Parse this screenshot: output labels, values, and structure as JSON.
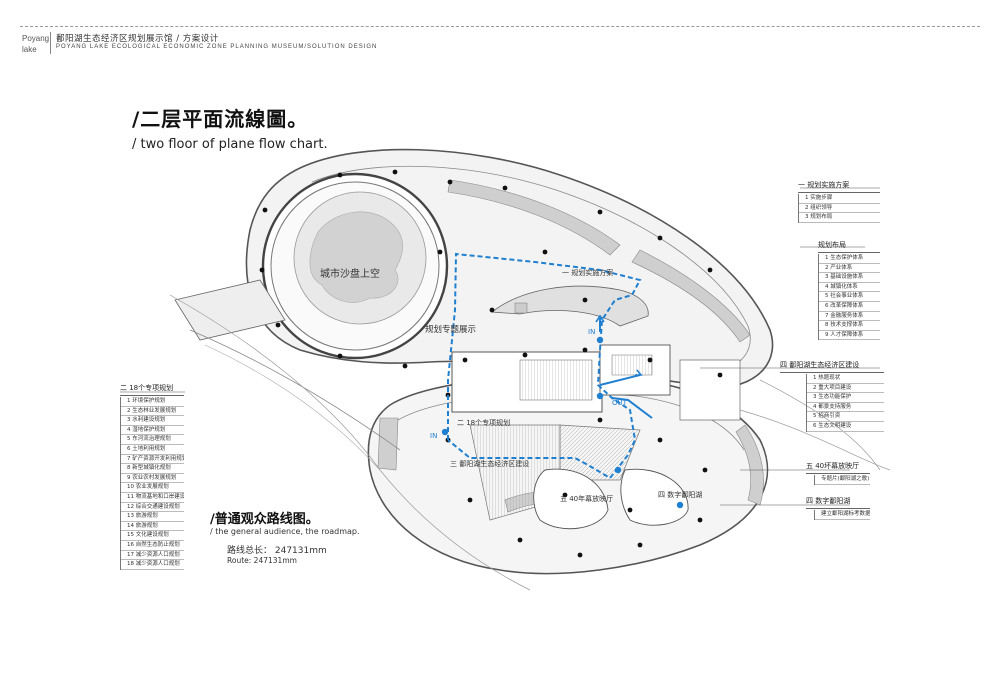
{
  "header": {
    "brand_line1": "Poyang",
    "brand_line2": "lake",
    "title_cn": "鄱阳湖生态经济区规划展示馆 / 方案设计",
    "title_en": "POYANG LAKE ECOLOGICAL ECONOMIC ZONE PLANNING MUSEUM/SOLUTION DESIGN"
  },
  "page_title": {
    "cn": "/二层平面流線圖。",
    "en": "/ two floor of plane flow chart."
  },
  "route": {
    "title_cn": "/普通观众路线图。",
    "title_en": "/ the general audience, the roadmap.",
    "length_cn": "路线总长： 247131mm",
    "length_en": "Route: 247131mm"
  },
  "plan_labels": {
    "sand_table": "城市沙盘上空",
    "planning_topics": "规划专题展示",
    "implementation_plan": "一 规划实施方案",
    "eighteen_plans": "二 18个专项规划",
    "eco_zone": "三 鄱阳湖生态经济区建设",
    "anniversary_hall": "五 40年幕放映厅",
    "digital_hall": "四 数字鄱阳湖",
    "in_a": "IN",
    "in_b": "IN",
    "out": "OUT"
  },
  "legend_implementation": {
    "head": "一  规划实施方案",
    "items": [
      "1 实施步骤",
      "2 组织领导",
      "3 规划布局"
    ]
  },
  "legend_layout": {
    "head": "规划布局",
    "items": [
      "1 生态保护体系",
      "2 产业体系",
      "3 基础设施体系",
      "4 城镇化体系",
      "5 社会事业体系",
      "6 改革保障体系",
      "7 金融服务体系",
      "8 技术支撑体系",
      "9 人才保障体系"
    ]
  },
  "legend_eco": {
    "head": "四  鄱阳湖生态经济区建设",
    "items": [
      "1 热题现状",
      "2 重大项目建设",
      "3 生态功能保护",
      "4 都景支持服务",
      "5 招商引资",
      "6 生态文明建设"
    ]
  },
  "legend_forty": {
    "head": "五  40坏幕放映厅",
    "items": [
      "专题片(鄱阳湖之歌)"
    ]
  },
  "legend_digital": {
    "head": "四  数字鄱阳湖",
    "items": [
      "建立鄱阳湖标考数据库"
    ]
  },
  "legend_eighteen": {
    "head": "二  18个专项规划",
    "items": [
      "1 环境保护规划",
      "2 生态林业发展规划",
      "3 水利建设规划",
      "4 湿地保护规划",
      "5 东河流治理规划",
      "6 土地利用规划",
      "7 矿产资源开发利用规划",
      "8 新型城镇化规划",
      "9 农业农村发展规划",
      "10 农业发展规划",
      "11 物流基地和口岸建设规划",
      "12 综合交通建设规划",
      "13 旅游规划",
      "14 旅游规划",
      "15 文化建设规划",
      "16 自然生态防止规划",
      "17 减少资源人口规划",
      "18 减少资源人口规划"
    ]
  },
  "colors": {
    "route_blue": "#1f7fd0",
    "wall_gray": "#9a9a9a",
    "fill_gray": "#d8d8d8",
    "text_dark": "#222222"
  }
}
